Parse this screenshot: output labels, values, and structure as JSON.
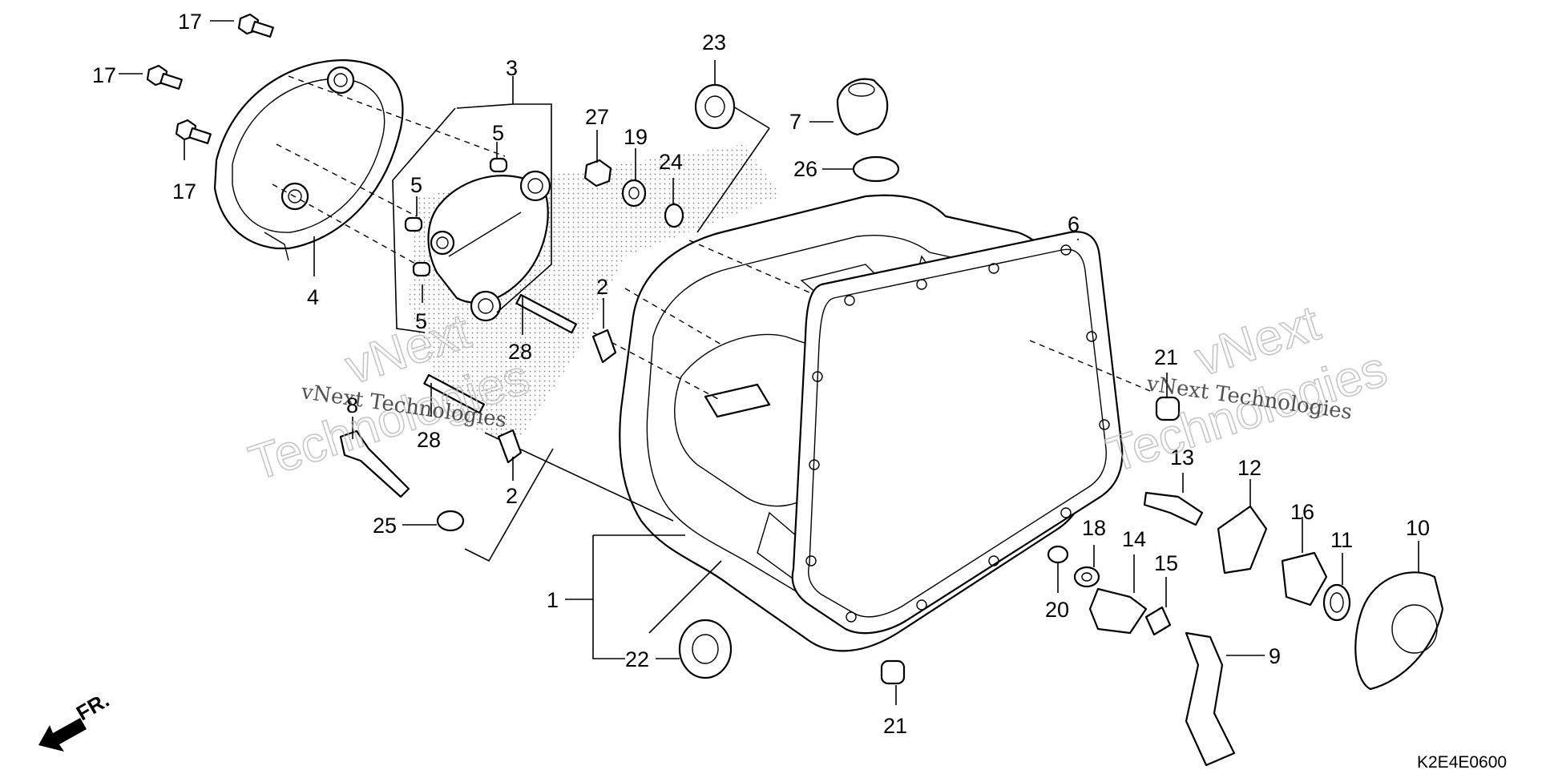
{
  "drawing_code": "K2E4E0600",
  "direction_label": "FR.",
  "watermark": {
    "left_line1": "vNext",
    "left_line2": "Technologies",
    "left_small": "vNext Technologies",
    "right_line1": "vNext",
    "right_line2": "Technologies",
    "right_small": "vNext Technologies"
  },
  "callouts": [
    {
      "id": "c17a",
      "label": "17"
    },
    {
      "id": "c17b",
      "label": "17"
    },
    {
      "id": "c17c",
      "label": "17"
    },
    {
      "id": "c3",
      "label": "3"
    },
    {
      "id": "c5a",
      "label": "5"
    },
    {
      "id": "c5b",
      "label": "5"
    },
    {
      "id": "c5c",
      "label": "5"
    },
    {
      "id": "c4",
      "label": "4"
    },
    {
      "id": "c27",
      "label": "27"
    },
    {
      "id": "c19",
      "label": "19"
    },
    {
      "id": "c24",
      "label": "24"
    },
    {
      "id": "c23",
      "label": "23"
    },
    {
      "id": "c7",
      "label": "7"
    },
    {
      "id": "c26",
      "label": "26"
    },
    {
      "id": "c6",
      "label": "6"
    },
    {
      "id": "c2a",
      "label": "2"
    },
    {
      "id": "c28a",
      "label": "28"
    },
    {
      "id": "c28b",
      "label": "28"
    },
    {
      "id": "c2b",
      "label": "2"
    },
    {
      "id": "c8",
      "label": "8"
    },
    {
      "id": "c25",
      "label": "25"
    },
    {
      "id": "c1",
      "label": "1"
    },
    {
      "id": "c22",
      "label": "22"
    },
    {
      "id": "c21a",
      "label": "21"
    },
    {
      "id": "c21b",
      "label": "21"
    },
    {
      "id": "c13",
      "label": "13"
    },
    {
      "id": "c12",
      "label": "12"
    },
    {
      "id": "c16",
      "label": "16"
    },
    {
      "id": "c11",
      "label": "11"
    },
    {
      "id": "c10",
      "label": "10"
    },
    {
      "id": "c18",
      "label": "18"
    },
    {
      "id": "c14",
      "label": "14"
    },
    {
      "id": "c15",
      "label": "15"
    },
    {
      "id": "c20",
      "label": "20"
    },
    {
      "id": "c9",
      "label": "9"
    }
  ]
}
